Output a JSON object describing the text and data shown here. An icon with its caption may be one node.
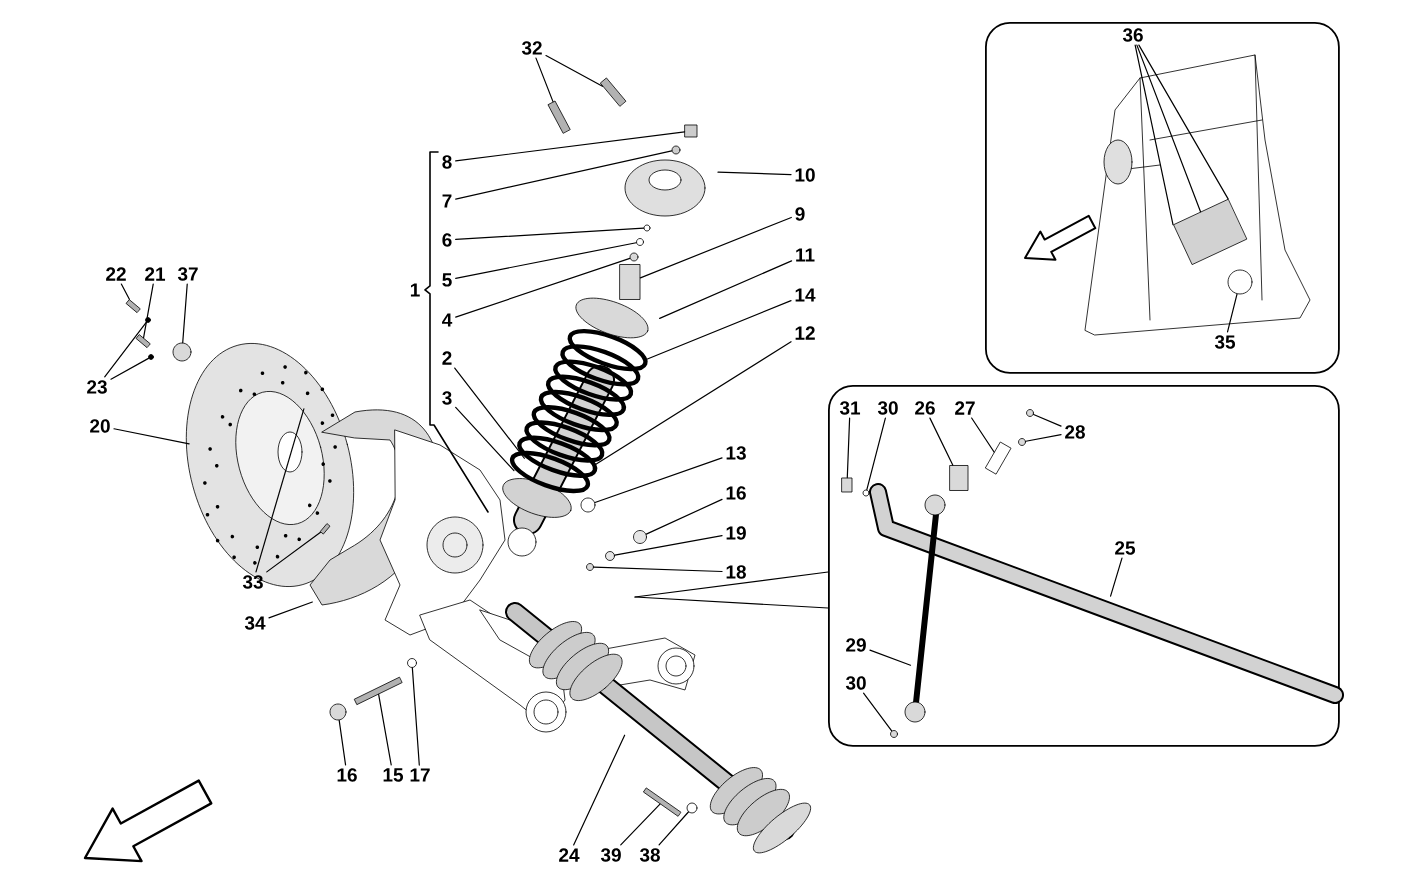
{
  "diagram": {
    "nodes": [
      {
        "text": [],
        "shape": "box"
      },
      {
        "text": [],
        "shape": "box"
      },
      {
        "text": [
          "32"
        ]
      },
      {
        "text": [
          "36"
        ],
        "in": 0
      },
      {
        "text": [
          "8"
        ]
      },
      {
        "text": [
          "10"
        ]
      },
      {
        "text": [
          "7"
        ]
      },
      {
        "text": [
          "9"
        ]
      },
      {
        "text": [
          "6"
        ]
      },
      {
        "text": [
          "11"
        ]
      },
      {
        "text": [
          "5"
        ]
      },
      {
        "text": [
          "22"
        ]
      },
      {
        "text": [
          "21"
        ]
      },
      {
        "text": [
          "37"
        ]
      },
      {
        "text": [
          "14"
        ]
      },
      {
        "text": [
          "4"
        ]
      },
      {
        "text": [
          "12"
        ]
      },
      {
        "text": [
          "35"
        ],
        "in": 0
      },
      {
        "text": [
          "2"
        ]
      },
      {
        "text": [
          "23"
        ]
      },
      {
        "text": [
          "3"
        ]
      },
      {
        "text": [
          "31"
        ],
        "in": 1
      },
      {
        "text": [
          "30"
        ],
        "in": 1
      },
      {
        "text": [
          "26"
        ],
        "in": 1
      },
      {
        "text": [
          "27"
        ],
        "in": 1
      },
      {
        "text": [
          "20"
        ]
      },
      {
        "text": [
          "28"
        ],
        "in": 1
      },
      {
        "text": [
          "13"
        ]
      },
      {
        "text": [
          "16"
        ]
      },
      {
        "text": [
          "19"
        ]
      },
      {
        "text": [
          "25"
        ],
        "in": 1
      },
      {
        "text": [
          "18"
        ]
      },
      {
        "text": [
          "33"
        ]
      },
      {
        "text": [
          "34"
        ]
      },
      {
        "text": [
          "29"
        ],
        "in": 1
      },
      {
        "text": [
          "30"
        ],
        "in": 1
      },
      {
        "text": [
          "16"
        ]
      },
      {
        "text": [
          "15"
        ]
      },
      {
        "text": [
          "17"
        ]
      },
      {
        "text": [
          "24"
        ]
      },
      {
        "text": [
          "39"
        ]
      },
      {
        "text": [
          "38"
        ]
      },
      {
        "text": [],
        "shape": "bar"
      },
      {
        "text": [],
        "shape": "bar"
      },
      {
        "text": [],
        "shape": "box",
        "in": 0
      },
      {
        "text": [],
        "shape": "circle",
        "in": 0
      },
      {
        "text": [],
        "shape": "box"
      },
      {
        "text": [],
        "shape": "circle"
      },
      {
        "text": [],
        "shape": "circle"
      },
      {
        "text": [],
        "shape": "circle"
      },
      {
        "text": [],
        "shape": "box"
      },
      {
        "text": [],
        "shape": "circle"
      },
      {
        "text": [],
        "shape": "bar"
      },
      {
        "text": [],
        "shape": "bar"
      },
      {
        "text": [],
        "shape": "circle"
      },
      {
        "text": [],
        "shape": "circle"
      },
      {
        "text": [],
        "shape": "circle"
      },
      {
        "text": [],
        "shape": "box",
        "in": 1
      },
      {
        "text": [],
        "shape": "circle",
        "in": 1
      },
      {
        "text": [],
        "shape": "box",
        "in": 1
      },
      {
        "text": [],
        "shape": "box",
        "in": 1
      },
      {
        "text": [],
        "shape": "circle",
        "in": 1
      },
      {
        "text": [],
        "shape": "circle",
        "in": 1
      },
      {
        "text": [],
        "shape": "circle"
      },
      {
        "text": [],
        "shape": "circle"
      },
      {
        "text": [],
        "shape": "circle"
      },
      {
        "text": [],
        "shape": "circle"
      },
      {
        "text": [],
        "shape": "bar"
      },
      {
        "text": [],
        "shape": "circle",
        "in": 1
      },
      {
        "text": [],
        "shape": "circle"
      },
      {
        "text": [],
        "shape": "bar"
      },
      {
        "text": [],
        "shape": "circle"
      },
      {
        "text": [],
        "shape": "bar"
      },
      {
        "text": [],
        "shape": "circle"
      }
    ],
    "edges": [
      {
        "from": 2,
        "to": 42,
        "arrow": "none"
      },
      {
        "from": 2,
        "to": 43,
        "arrow": "none"
      },
      {
        "from": 3,
        "to": 44,
        "arrow": "none"
      },
      {
        "from": 3,
        "to": 44,
        "arrow": "none"
      },
      {
        "from": 3,
        "to": 44,
        "arrow": "none"
      },
      {
        "from": 4,
        "to": 46,
        "arrow": "none"
      },
      {
        "from": 5,
        "to": null,
        "arrow": "none"
      },
      {
        "from": 6,
        "to": 47,
        "arrow": "none"
      },
      {
        "from": 7,
        "to": 50,
        "arrow": "none"
      },
      {
        "from": 8,
        "to": 48,
        "arrow": "none"
      },
      {
        "from": 9,
        "to": null,
        "arrow": "none"
      },
      {
        "from": 10,
        "to": 49,
        "arrow": "none"
      },
      {
        "from": 11,
        "to": 52,
        "arrow": "none"
      },
      {
        "from": 12,
        "to": 53,
        "arrow": "none"
      },
      {
        "from": 13,
        "to": 54,
        "arrow": "none"
      },
      {
        "from": 14,
        "to": null,
        "arrow": "none"
      },
      {
        "from": 15,
        "to": 51,
        "arrow": "none"
      },
      {
        "from": 16,
        "to": null,
        "arrow": "none"
      },
      {
        "from": 17,
        "to": 45,
        "arrow": "none"
      },
      {
        "from": 18,
        "to": null,
        "arrow": "none"
      },
      {
        "from": 19,
        "to": 55,
        "arrow": "none"
      },
      {
        "from": 19,
        "to": 56,
        "arrow": "none"
      },
      {
        "from": 20,
        "to": null,
        "arrow": "none"
      },
      {
        "from": 21,
        "to": 57,
        "arrow": "none"
      },
      {
        "from": 22,
        "to": 58,
        "arrow": "none"
      },
      {
        "from": 23,
        "to": 59,
        "arrow": "none"
      },
      {
        "from": 24,
        "to": 60,
        "arrow": "none"
      },
      {
        "from": 25,
        "to": null,
        "arrow": "none"
      },
      {
        "from": 26,
        "to": 61,
        "arrow": "none"
      },
      {
        "from": 26,
        "to": 62,
        "arrow": "none"
      },
      {
        "from": 27,
        "to": 63,
        "arrow": "none"
      },
      {
        "from": 28,
        "to": 64,
        "arrow": "none"
      },
      {
        "from": 29,
        "to": 65,
        "arrow": "none"
      },
      {
        "from": 30,
        "to": null,
        "arrow": "none"
      },
      {
        "from": 31,
        "to": 66,
        "arrow": "none"
      },
      {
        "from": 32,
        "to": null,
        "arrow": "none"
      },
      {
        "from": 32,
        "to": 67,
        "arrow": "none"
      },
      {
        "from": 33,
        "to": null,
        "arrow": "none"
      },
      {
        "from": 34,
        "to": null,
        "arrow": "none"
      },
      {
        "from": 35,
        "to": 68,
        "arrow": "none"
      },
      {
        "from": 36,
        "to": 69,
        "arrow": "none"
      },
      {
        "from": 37,
        "to": 70,
        "arrow": "none"
      },
      {
        "from": 38,
        "to": 71,
        "arrow": "none"
      },
      {
        "from": 39,
        "to": null,
        "arrow": "none"
      },
      {
        "from": 40,
        "to": 72,
        "arrow": "none"
      },
      {
        "from": 41,
        "to": 73,
        "arrow": "none"
      },
      {
        "from": null,
        "to": 1,
        "arrow": "none"
      },
      {
        "from": null,
        "to": 1,
        "arrow": "none"
      }
    ],
    "labels": [
      "1"
    ]
  }
}
